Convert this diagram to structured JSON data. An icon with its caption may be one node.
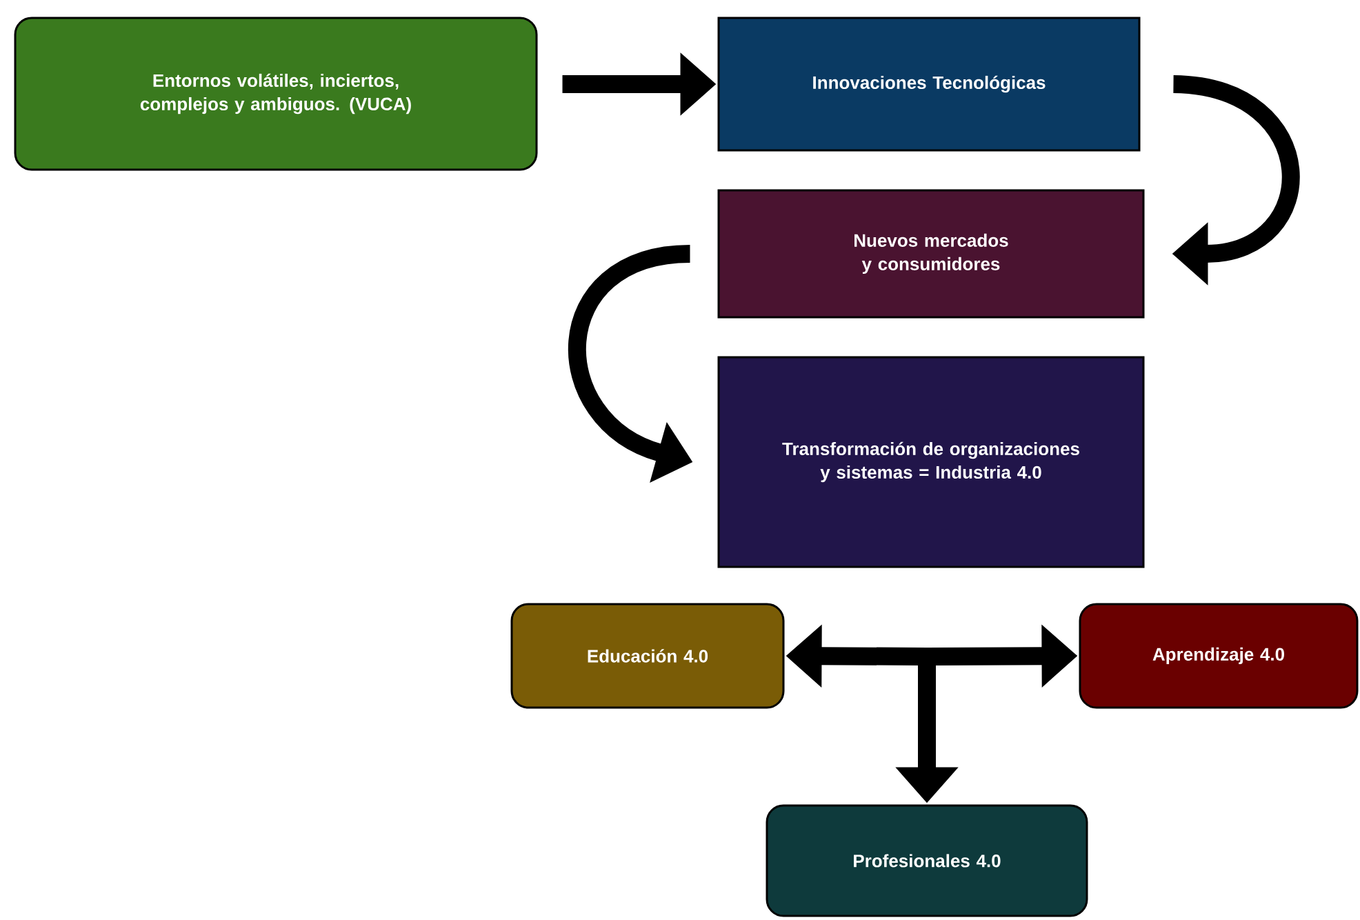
{
  "diagram": {
    "nodes": [
      {
        "text": [
          "Entornos volátiles, inciertos, complejos y ambiguos. (VUCA)"
        ]
      },
      {
        "text": [
          "Innovaciones Tecnológicas"
        ]
      },
      {
        "text": [
          "Nuevos mercados y consumidores"
        ]
      },
      {
        "text": [
          "Transformación de organizaciones y sistemas = Industria 4.0"
        ]
      },
      {
        "text": [
          "Educación 4.0"
        ]
      },
      {
        "text": [
          "Aprendizaje 4.0"
        ]
      },
      {
        "text": [
          "Profesionales 4.0"
        ]
      }
    ],
    "edges": [
      {
        "from": 0,
        "to": 1,
        "arrow": "to"
      },
      {
        "from": 1,
        "to": 2,
        "arrow": "to"
      },
      {
        "from": 2,
        "to": 3,
        "arrow": "to"
      },
      {
        "from": null,
        "to": 4,
        "arrow": "to"
      },
      {
        "from": null,
        "to": 5,
        "arrow": "to"
      },
      {
        "from": null,
        "to": 6,
        "arrow": "to"
      }
    ]
  }
}
